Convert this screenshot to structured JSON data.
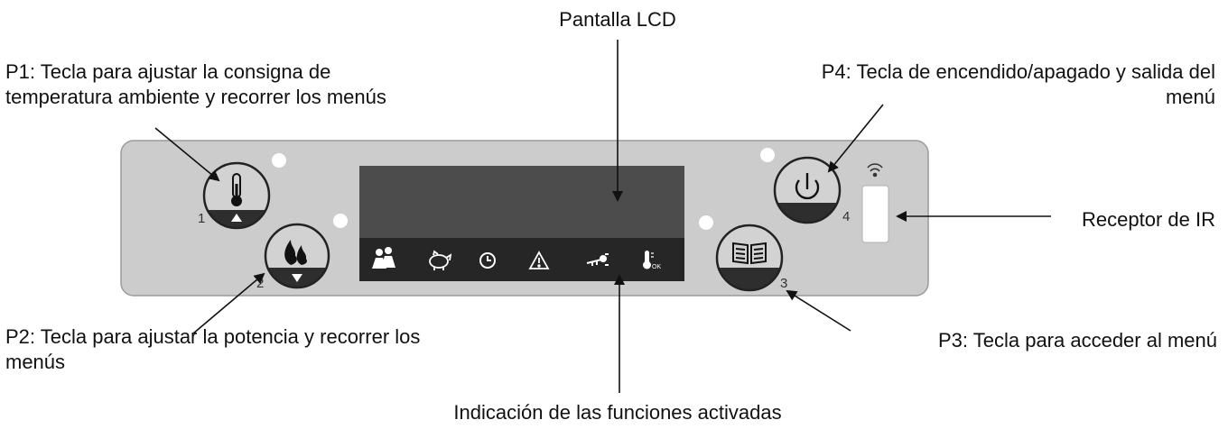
{
  "labels": {
    "lcd": "Pantalla LCD",
    "p1_line1": "P1: Tecla para ajustar la consigna de",
    "p1_line2": "temperatura ambiente y recorrer los menús",
    "p4_line1": "P4: Tecla de encendido/apagado y salida del",
    "p4_line2": "menú",
    "receptor": "Receptor de IR",
    "p2_line1": "P2: Tecla para ajustar la potencia y recorrer los",
    "p2_line2": "menús",
    "p3": "P3: Tecla para acceder al menú",
    "indicacion": "Indicación de las funciones activadas"
  },
  "buttons": {
    "b1_number": "1",
    "b2_number": "2",
    "b3_number": "3",
    "b4_number": "4"
  },
  "status_icons": [
    "people-icon",
    "piggy-bank-icon",
    "clock-icon",
    "warning-triangle-icon",
    "key-icon",
    "thermometer-ok-icon"
  ],
  "status_icon_text": {
    "thermo_ok": "OK"
  },
  "colors": {
    "panel": "#cccccc",
    "screen": "#4c4c4c",
    "icon_bar": "#262626",
    "button_face": "#d2d2d2",
    "button_band": "#2e2e2e"
  }
}
